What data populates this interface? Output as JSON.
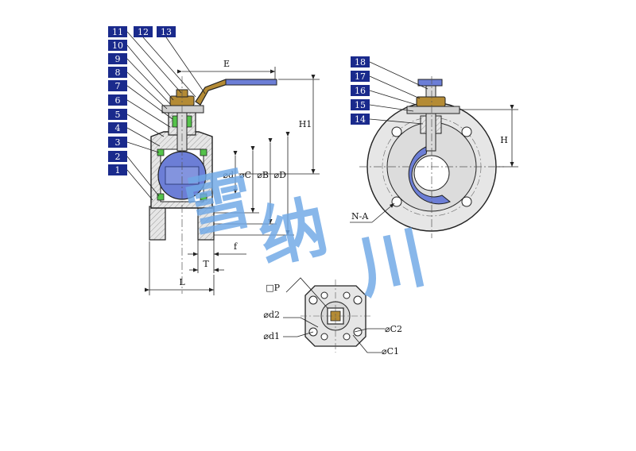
{
  "colors": {
    "tag_fill": "#1a2a8c",
    "line": "#222222",
    "body_fill": "#e6e6e6",
    "hatch": "#9a9a9a",
    "ball_fill": "#6c7ed6",
    "seat_fill": "#55c24a",
    "handle_fill": "#b48b35",
    "watermark": "#6fa8e6"
  },
  "part_tags": [
    "11",
    "10",
    "9",
    "8",
    "7",
    "6",
    "5",
    "4",
    "3",
    "2",
    "1",
    "12",
    "13",
    "18",
    "17",
    "16",
    "15",
    "14"
  ],
  "dimensions": {
    "E": "E",
    "H1": "H1",
    "d": "⌀d",
    "C": "⌀C",
    "B": "⌀B",
    "D": "⌀D",
    "f": "f",
    "T": "T",
    "L": "L",
    "H": "H",
    "NA": "N-A",
    "P": "□P",
    "d2": "⌀d2",
    "d1": "⌀d1",
    "C2": "⌀C2",
    "C1": "⌀C1"
  },
  "watermark": {
    "text": [
      "雪",
      "纳",
      "川"
    ]
  }
}
